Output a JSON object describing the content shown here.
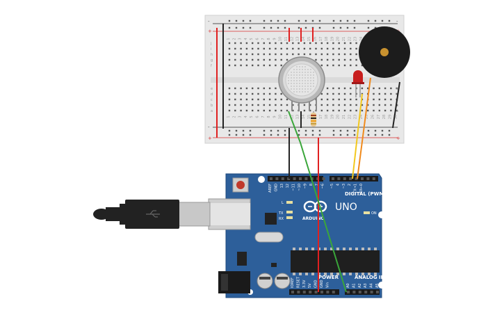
{
  "breadboard": {
    "rail_plus": "+",
    "rail_minus": "-",
    "row_letters_top": [
      "j",
      "i",
      "h",
      "g",
      "f"
    ],
    "row_letters_bottom": [
      "e",
      "d",
      "c",
      "b",
      "a"
    ],
    "column_numbers": [
      "1",
      "2",
      "3",
      "4",
      "5",
      "6",
      "7",
      "8",
      "9",
      "10",
      "11",
      "12",
      "13",
      "14",
      "15",
      "16",
      "17",
      "18",
      "19",
      "20",
      "21",
      "22",
      "23",
      "24",
      "25",
      "26",
      "27",
      "28",
      "29",
      "30"
    ]
  },
  "arduino": {
    "model": "UNO",
    "brand": "ARDUINO",
    "digital_header_label": "DIGITAL (PWM~)",
    "power_label": "POWER",
    "analog_label": "ANALOG IN",
    "on_label": "ON",
    "tx_label": "TX",
    "rx_label": "RX",
    "l_label": "L",
    "digital_pins": [
      "AREF",
      "GND",
      "13",
      "12",
      "~11",
      "~10",
      "~9",
      "8",
      "7",
      "~6",
      "~5",
      "4",
      "~3",
      "2",
      "TX→1",
      "RX←0"
    ],
    "power_pins": [
      "IOREF",
      "RESET",
      "3.3V",
      "5V",
      "GND",
      "GND",
      "Vin"
    ],
    "analog_pins": [
      "A0",
      "A1",
      "A2",
      "A3",
      "A4",
      "A5"
    ]
  },
  "colors": {
    "board": "#2d5f9a",
    "wire_red": "#e02020",
    "wire_black": "#222222",
    "wire_green": "#3aa63a",
    "wire_yellow": "#f2c81e",
    "wire_orange": "#f08a1c",
    "led_red": "#c81e1e",
    "buzzer": "#1c1c1c"
  }
}
